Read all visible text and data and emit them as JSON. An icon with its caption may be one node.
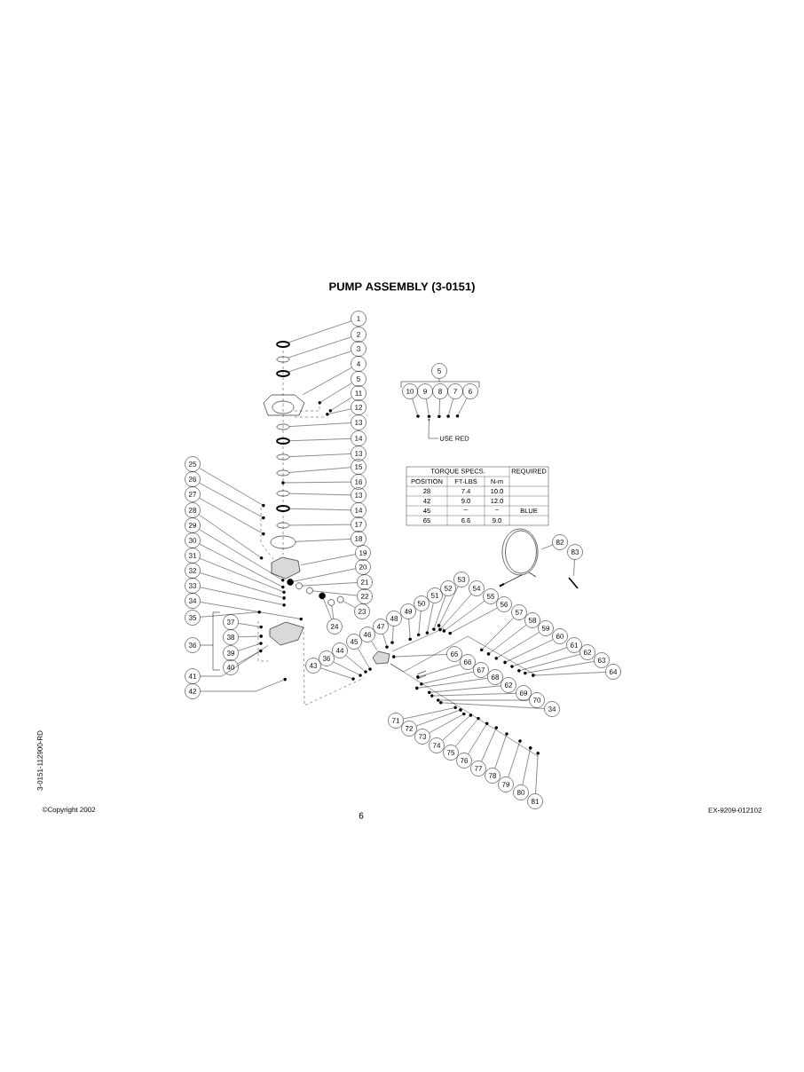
{
  "diagram": {
    "title": "PUMP ASSEMBLY (3-0151)",
    "nodes": [
      {
        "text": [
          "1"
        ]
      },
      {
        "text": [
          "2"
        ]
      },
      {
        "text": [
          "3"
        ]
      },
      {
        "text": [
          "4"
        ]
      },
      {
        "text": [
          "5"
        ]
      },
      {
        "text": [
          "11"
        ]
      },
      {
        "text": [
          "12"
        ]
      },
      {
        "text": [
          "13"
        ]
      },
      {
        "text": [
          "14"
        ]
      },
      {
        "text": [
          "13"
        ]
      },
      {
        "text": [
          "15"
        ]
      },
      {
        "text": [
          "16"
        ]
      },
      {
        "text": [
          "13"
        ]
      },
      {
        "text": [
          "14"
        ]
      },
      {
        "text": [
          "17"
        ]
      },
      {
        "text": [
          "18"
        ]
      },
      {
        "text": [
          "19"
        ]
      },
      {
        "text": [
          "20"
        ]
      },
      {
        "text": [
          "21"
        ]
      },
      {
        "text": [
          "22"
        ]
      },
      {
        "text": [
          "23"
        ]
      },
      {
        "text": [
          "24"
        ]
      },
      {
        "text": [
          "5"
        ]
      },
      {
        "text": [
          "10"
        ]
      },
      {
        "text": [
          "9"
        ]
      },
      {
        "text": [
          "8"
        ]
      },
      {
        "text": [
          "7"
        ]
      },
      {
        "text": [
          "6"
        ]
      },
      {
        "text": [
          "USE RED"
        ]
      },
      {
        "text": [
          "25"
        ]
      },
      {
        "text": [
          "26"
        ]
      },
      {
        "text": [
          "27"
        ]
      },
      {
        "text": [
          "28"
        ]
      },
      {
        "text": [
          "29"
        ]
      },
      {
        "text": [
          "30"
        ]
      },
      {
        "text": [
          "31"
        ]
      },
      {
        "text": [
          "32"
        ]
      },
      {
        "text": [
          "33"
        ]
      },
      {
        "text": [
          "34"
        ]
      },
      {
        "text": [
          "35"
        ]
      },
      {
        "text": [
          "36"
        ]
      },
      {
        "text": [
          "37"
        ]
      },
      {
        "text": [
          "38"
        ]
      },
      {
        "text": [
          "39"
        ]
      },
      {
        "text": [
          "40"
        ]
      },
      {
        "text": [
          "41"
        ]
      },
      {
        "text": [
          "42"
        ]
      },
      {
        "text": [
          "43"
        ]
      },
      {
        "text": [
          "36"
        ]
      },
      {
        "text": [
          "44"
        ]
      },
      {
        "text": [
          "45"
        ]
      },
      {
        "text": [
          "46"
        ]
      },
      {
        "text": [
          "47"
        ]
      },
      {
        "text": [
          "48"
        ]
      },
      {
        "text": [
          "49"
        ]
      },
      {
        "text": [
          "50"
        ]
      },
      {
        "text": [
          "51"
        ]
      },
      {
        "text": [
          "52"
        ]
      },
      {
        "text": [
          "53"
        ]
      },
      {
        "text": [
          "54"
        ]
      },
      {
        "text": [
          "55"
        ]
      },
      {
        "text": [
          "56"
        ]
      },
      {
        "text": [
          "57"
        ]
      },
      {
        "text": [
          "58"
        ]
      },
      {
        "text": [
          "59"
        ]
      },
      {
        "text": [
          "60"
        ]
      },
      {
        "text": [
          "61"
        ]
      },
      {
        "text": [
          "62"
        ]
      },
      {
        "text": [
          "63"
        ]
      },
      {
        "text": [
          "64"
        ]
      },
      {
        "text": [
          "65"
        ]
      },
      {
        "text": [
          "66"
        ]
      },
      {
        "text": [
          "67"
        ]
      },
      {
        "text": [
          "68"
        ]
      },
      {
        "text": [
          "62"
        ]
      },
      {
        "text": [
          "69"
        ]
      },
      {
        "text": [
          "70"
        ]
      },
      {
        "text": [
          "34"
        ]
      },
      {
        "text": [
          "71"
        ]
      },
      {
        "text": [
          "72"
        ]
      },
      {
        "text": [
          "73"
        ]
      },
      {
        "text": [
          "74"
        ]
      },
      {
        "text": [
          "75"
        ]
      },
      {
        "text": [
          "76"
        ]
      },
      {
        "text": [
          "77"
        ]
      },
      {
        "text": [
          "78"
        ]
      },
      {
        "text": [
          "79"
        ]
      },
      {
        "text": [
          "80"
        ]
      },
      {
        "text": [
          "81"
        ]
      },
      {
        "text": [
          "82"
        ]
      },
      {
        "text": [
          "83"
        ]
      },
      {
        "text": [],
        "shape": "ring"
      },
      {
        "text": [],
        "shape": "ring"
      },
      {
        "text": [],
        "shape": "ring"
      },
      {
        "text": [],
        "shape": "picture"
      },
      {
        "text": [],
        "shape": "circle"
      },
      {
        "text": [],
        "shape": "circle"
      },
      {
        "text": [],
        "shape": "circle"
      },
      {
        "text": [],
        "shape": "ring"
      },
      {
        "text": [],
        "shape": "ring"
      },
      {
        "text": [],
        "shape": "ring"
      },
      {
        "text": [],
        "shape": "ring"
      },
      {
        "text": [],
        "shape": "circle"
      },
      {
        "text": [],
        "shape": "ring"
      },
      {
        "text": [],
        "shape": "ring"
      },
      {
        "text": [],
        "shape": "ring"
      },
      {
        "text": [],
        "shape": "ring"
      },
      {
        "text": [],
        "shape": "picture"
      },
      {
        "text": [],
        "shape": "circle"
      },
      {
        "text": [],
        "shape": "circle"
      },
      {
        "text": [],
        "shape": "circle"
      },
      {
        "text": [],
        "shape": "circle"
      },
      {
        "text": [],
        "shape": "circle"
      },
      {
        "text": [],
        "shape": "circle"
      },
      {
        "text": [],
        "shape": "circle"
      },
      {
        "text": [],
        "shape": "circle"
      },
      {
        "text": [],
        "shape": "circle"
      },
      {
        "text": [],
        "shape": "circle"
      },
      {
        "text": [],
        "shape": "circle"
      },
      {
        "text": [],
        "shape": "circle"
      },
      {
        "text": [],
        "shape": "circle"
      },
      {
        "text": [],
        "shape": "circle"
      },
      {
        "text": [],
        "shape": "circle"
      },
      {
        "text": [],
        "shape": "circle"
      },
      {
        "text": [],
        "shape": "circle"
      },
      {
        "text": [],
        "shape": "circle"
      },
      {
        "text": [],
        "shape": "circle"
      },
      {
        "text": [],
        "shape": "circle"
      },
      {
        "text": [],
        "shape": "circle"
      },
      {
        "text": [],
        "shape": "circle"
      },
      {
        "text": [],
        "shape": "circle"
      },
      {
        "text": [],
        "shape": "circle"
      },
      {
        "text": [],
        "shape": "circle"
      },
      {
        "text": [],
        "shape": "circle"
      },
      {
        "text": [],
        "shape": "picture"
      },
      {
        "text": [],
        "shape": "circle"
      },
      {
        "text": [],
        "shape": "circle"
      },
      {
        "text": [],
        "shape": "circle"
      },
      {
        "text": [],
        "shape": "circle"
      },
      {
        "text": [],
        "shape": "circle"
      },
      {
        "text": [],
        "shape": "picture"
      },
      {
        "text": [],
        "shape": "circle"
      },
      {
        "text": [],
        "shape": "circle"
      },
      {
        "text": [],
        "shape": "circle"
      },
      {
        "text": [],
        "shape": "circle"
      },
      {
        "text": [],
        "shape": "circle"
      },
      {
        "text": [],
        "shape": "circle"
      },
      {
        "text": [],
        "shape": "circle"
      },
      {
        "text": [],
        "shape": "circle"
      },
      {
        "text": [],
        "shape": "circle"
      },
      {
        "text": [],
        "shape": "circle"
      },
      {
        "text": [],
        "shape": "circle"
      },
      {
        "text": [],
        "shape": "circle"
      },
      {
        "text": [],
        "shape": "circle"
      },
      {
        "text": [],
        "shape": "circle"
      },
      {
        "text": [],
        "shape": "circle"
      },
      {
        "text": [],
        "shape": "circle"
      },
      {
        "text": [],
        "shape": "circle"
      },
      {
        "text": [],
        "shape": "circle"
      },
      {
        "text": [],
        "shape": "circle"
      },
      {
        "text": [],
        "shape": "circle"
      },
      {
        "text": [],
        "shape": "circle"
      },
      {
        "text": [],
        "shape": "circle"
      },
      {
        "text": [],
        "shape": "circle"
      },
      {
        "text": [],
        "shape": "circle"
      },
      {
        "text": [],
        "shape": "circle"
      },
      {
        "text": [],
        "shape": "circle"
      },
      {
        "text": [],
        "shape": "circle"
      },
      {
        "text": [],
        "shape": "circle"
      },
      {
        "text": [],
        "shape": "circle"
      },
      {
        "text": [],
        "shape": "circle"
      },
      {
        "text": [],
        "shape": "circle"
      },
      {
        "text": [],
        "shape": "circle"
      },
      {
        "text": [],
        "shape": "circle"
      },
      {
        "text": [],
        "shape": "circle"
      },
      {
        "text": [],
        "shape": "circle"
      },
      {
        "text": [],
        "shape": "circle"
      },
      {
        "text": [],
        "shape": "circle"
      },
      {
        "text": [],
        "shape": "picture"
      },
      {
        "text": [],
        "shape": "picture"
      }
    ],
    "edges": [
      {
        "from": 0,
        "to": 91,
        "arrow": "none"
      },
      {
        "from": 1,
        "to": 92,
        "arrow": "none"
      },
      {
        "from": 2,
        "to": 93,
        "arrow": "none"
      },
      {
        "from": 3,
        "to": 94,
        "arrow": "none"
      },
      {
        "from": 4,
        "to": 95,
        "arrow": "none"
      },
      {
        "from": 5,
        "to": 96,
        "arrow": "none"
      },
      {
        "from": 6,
        "to": 97,
        "arrow": "none"
      },
      {
        "from": 7,
        "to": 98,
        "arrow": "none"
      },
      {
        "from": 8,
        "to": 99,
        "arrow": "none"
      },
      {
        "from": 9,
        "to": 100,
        "arrow": "none"
      },
      {
        "from": 10,
        "to": 101,
        "arrow": "none"
      },
      {
        "from": 11,
        "to": 102,
        "arrow": "none"
      },
      {
        "from": 12,
        "to": 103,
        "arrow": "none"
      },
      {
        "from": 13,
        "to": 104,
        "arrow": "none"
      },
      {
        "from": 14,
        "to": 105,
        "arrow": "none"
      },
      {
        "from": 15,
        "to": 106,
        "arrow": "none"
      },
      {
        "from": 16,
        "to": 107,
        "arrow": "none"
      },
      {
        "from": 17,
        "to": 108,
        "arrow": "none"
      },
      {
        "from": 18,
        "to": 109,
        "arrow": "none"
      },
      {
        "from": 19,
        "to": 110,
        "arrow": "none"
      },
      {
        "from": 20,
        "to": 111,
        "arrow": "none"
      },
      {
        "from": 21,
        "to": 112,
        "arrow": "none"
      },
      {
        "from": 21,
        "to": 113,
        "arrow": "none"
      },
      {
        "from": 23,
        "to": 114,
        "arrow": "none"
      },
      {
        "from": 24,
        "to": 115,
        "arrow": "none"
      },
      {
        "from": 25,
        "to": 116,
        "arrow": "none"
      },
      {
        "from": 26,
        "to": 117,
        "arrow": "none"
      },
      {
        "from": 27,
        "to": 118,
        "arrow": "none"
      },
      {
        "from": 28,
        "to": 115,
        "arrow": "to"
      },
      {
        "from": 29,
        "to": 119,
        "arrow": "none"
      },
      {
        "from": 30,
        "to": 120,
        "arrow": "none"
      },
      {
        "from": 31,
        "to": 121,
        "arrow": "none"
      },
      {
        "from": 32,
        "to": 122,
        "arrow": "none"
      },
      {
        "from": 33,
        "to": 123,
        "arrow": "none"
      },
      {
        "from": 34,
        "to": 124,
        "arrow": "none"
      },
      {
        "from": 35,
        "to": 125,
        "arrow": "none"
      },
      {
        "from": 36,
        "to": 126,
        "arrow": "none"
      },
      {
        "from": 37,
        "to": 127,
        "arrow": "none"
      },
      {
        "from": 38,
        "to": 128,
        "arrow": "none"
      },
      {
        "from": 39,
        "to": 129,
        "arrow": "none"
      },
      {
        "from": 41,
        "to": 130,
        "arrow": "none"
      },
      {
        "from": 42,
        "to": 131,
        "arrow": "none"
      },
      {
        "from": 43,
        "to": 132,
        "arrow": "none"
      },
      {
        "from": 44,
        "to": 133,
        "arrow": "none"
      },
      {
        "from": 45,
        "to": 134,
        "arrow": "none"
      },
      {
        "from": 46,
        "to": 135,
        "arrow": "none"
      },
      {
        "from": 47,
        "to": 136,
        "arrow": "none"
      },
      {
        "from": 48,
        "to": 137,
        "arrow": "none"
      },
      {
        "from": 49,
        "to": 138,
        "arrow": "none"
      },
      {
        "from": 50,
        "to": 139,
        "arrow": "none"
      },
      {
        "from": 51,
        "to": 140,
        "arrow": "none"
      },
      {
        "from": 52,
        "to": 141,
        "arrow": "none"
      },
      {
        "from": 53,
        "to": 142,
        "arrow": "none"
      },
      {
        "from": 54,
        "to": 143,
        "arrow": "none"
      },
      {
        "from": 55,
        "to": 144,
        "arrow": "none"
      },
      {
        "from": 56,
        "to": 145,
        "arrow": "none"
      },
      {
        "from": 57,
        "to": 146,
        "arrow": "none"
      },
      {
        "from": 58,
        "to": 147,
        "arrow": "none"
      },
      {
        "from": 59,
        "to": 148,
        "arrow": "none"
      },
      {
        "from": 60,
        "to": 149,
        "arrow": "none"
      },
      {
        "from": 61,
        "to": 150,
        "arrow": "none"
      },
      {
        "from": 62,
        "to": 151,
        "arrow": "none"
      },
      {
        "from": 63,
        "to": 152,
        "arrow": "none"
      },
      {
        "from": 64,
        "to": 153,
        "arrow": "none"
      },
      {
        "from": 65,
        "to": 154,
        "arrow": "none"
      },
      {
        "from": 66,
        "to": 155,
        "arrow": "none"
      },
      {
        "from": 67,
        "to": 156,
        "arrow": "none"
      },
      {
        "from": 68,
        "to": 157,
        "arrow": "none"
      },
      {
        "from": 69,
        "to": 158,
        "arrow": "none"
      },
      {
        "from": 70,
        "to": 159,
        "arrow": "none"
      },
      {
        "from": 71,
        "to": 160,
        "arrow": "none"
      },
      {
        "from": 72,
        "to": 161,
        "arrow": "none"
      },
      {
        "from": 73,
        "to": 162,
        "arrow": "none"
      },
      {
        "from": 74,
        "to": 163,
        "arrow": "none"
      },
      {
        "from": 75,
        "to": 164,
        "arrow": "none"
      },
      {
        "from": 76,
        "to": 165,
        "arrow": "none"
      },
      {
        "from": 77,
        "to": 166,
        "arrow": "none"
      },
      {
        "from": 78,
        "to": 167,
        "arrow": "none"
      },
      {
        "from": 79,
        "to": 168,
        "arrow": "none"
      },
      {
        "from": 80,
        "to": 169,
        "arrow": "none"
      },
      {
        "from": 81,
        "to": 170,
        "arrow": "none"
      },
      {
        "from": 82,
        "to": 171,
        "arrow": "none"
      },
      {
        "from": 83,
        "to": 172,
        "arrow": "none"
      },
      {
        "from": 84,
        "to": 173,
        "arrow": "none"
      },
      {
        "from": 85,
        "to": 174,
        "arrow": "none"
      },
      {
        "from": 86,
        "to": 175,
        "arrow": "none"
      },
      {
        "from": 87,
        "to": 176,
        "arrow": "none"
      },
      {
        "from": 88,
        "to": 177,
        "arrow": "none"
      },
      {
        "from": 89,
        "to": 178,
        "arrow": "none"
      },
      {
        "from": 90,
        "to": 179,
        "arrow": "none"
      }
    ],
    "labels": [
      "TORQUE SPECS.",
      "REQUIRED",
      "POSITION",
      "FT-LBS",
      "N-m",
      "28",
      "7.4",
      "10.0",
      "42",
      "9.0",
      "12.0",
      "45",
      "–",
      "–",
      "BLUE",
      "65",
      "6.6",
      "9.0",
      "3-0151-112900-RD",
      "©Copyright 2002",
      "6",
      "EX-9209-012102"
    ]
  }
}
